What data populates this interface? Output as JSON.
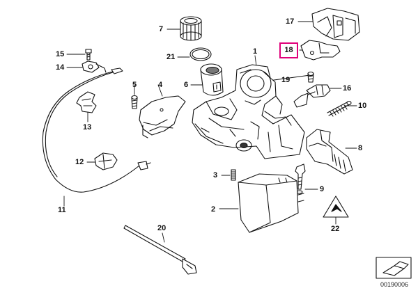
{
  "diagram_id": "00190006",
  "highlight_color": "#e0007a",
  "highlighted_part": "18",
  "parts": {
    "p1": "1",
    "p2": "2",
    "p3": "3",
    "p4": "4",
    "p5": "5",
    "p6": "6",
    "p7": "7",
    "p8": "8",
    "p9": "9",
    "p10": "10",
    "p11": "11",
    "p12": "12",
    "p13": "13",
    "p14": "14",
    "p15": "15",
    "p16": "16",
    "p17": "17",
    "p18": "18",
    "p19": "19",
    "p20": "20",
    "p21": "21",
    "p22": "22"
  }
}
